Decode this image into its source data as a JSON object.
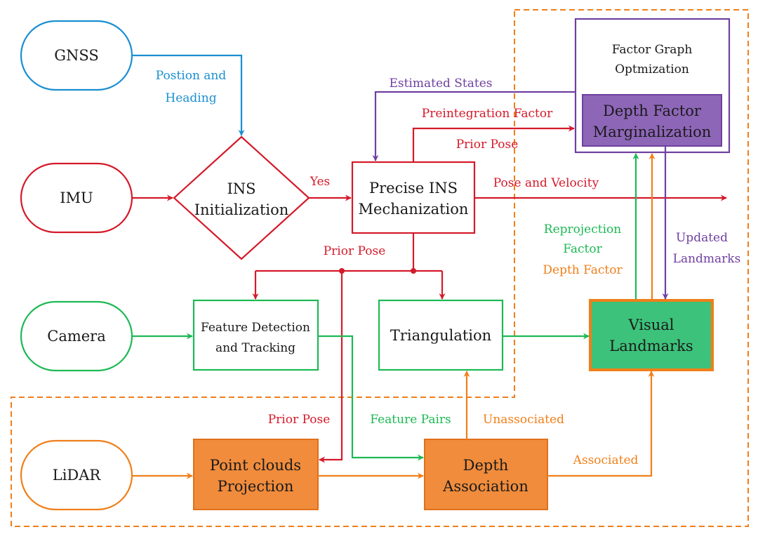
{
  "colors": {
    "gnss": "#1a8fd1",
    "imu": "#d41a2a",
    "camera": "#1db954",
    "lidar": "#f07f1a",
    "purple": "#7040a0",
    "purple_fill": "#8e66b8",
    "landmark_fill": "#3cc27a",
    "orange_fill": "#f08c3c"
  },
  "sensors": {
    "gnss": "GNSS",
    "imu": "IMU",
    "camera": "Camera",
    "lidar": "LiDAR"
  },
  "nodes": {
    "ins_init": [
      "INS",
      "Initialization"
    ],
    "precise_ins": [
      "Precise INS",
      "Mechanization"
    ],
    "fgo_title": [
      "Factor Graph",
      "Optmization"
    ],
    "depth_factor_marg": [
      "Depth Factor",
      "Marginalization"
    ],
    "feature_detection": [
      "Feature Detection",
      "and Tracking"
    ],
    "triangulation": "Triangulation",
    "visual_landmarks": [
      "Visual",
      "Landmarks"
    ],
    "point_clouds": [
      "Point clouds",
      "Projection"
    ],
    "depth_association": [
      "Depth",
      "Association"
    ]
  },
  "labels": {
    "position_heading": [
      "Postion and",
      "Heading"
    ],
    "yes": "Yes",
    "estimated_states": "Estimated States",
    "preintegration_factor": "Preintegration Factor",
    "prior_pose_top": "Prior Pose",
    "pose_velocity": "Pose and Velocity",
    "prior_pose_mid": "Prior Pose",
    "reprojection_factor": [
      "Reprojection",
      "Factor"
    ],
    "depth_factor": "Depth Factor",
    "updated_landmarks": [
      "Updated",
      "Landmarks"
    ],
    "prior_pose_low": "Prior Pose",
    "feature_pairs": "Feature Pairs",
    "unassociated": "Unassociated",
    "associated": "Associated"
  }
}
